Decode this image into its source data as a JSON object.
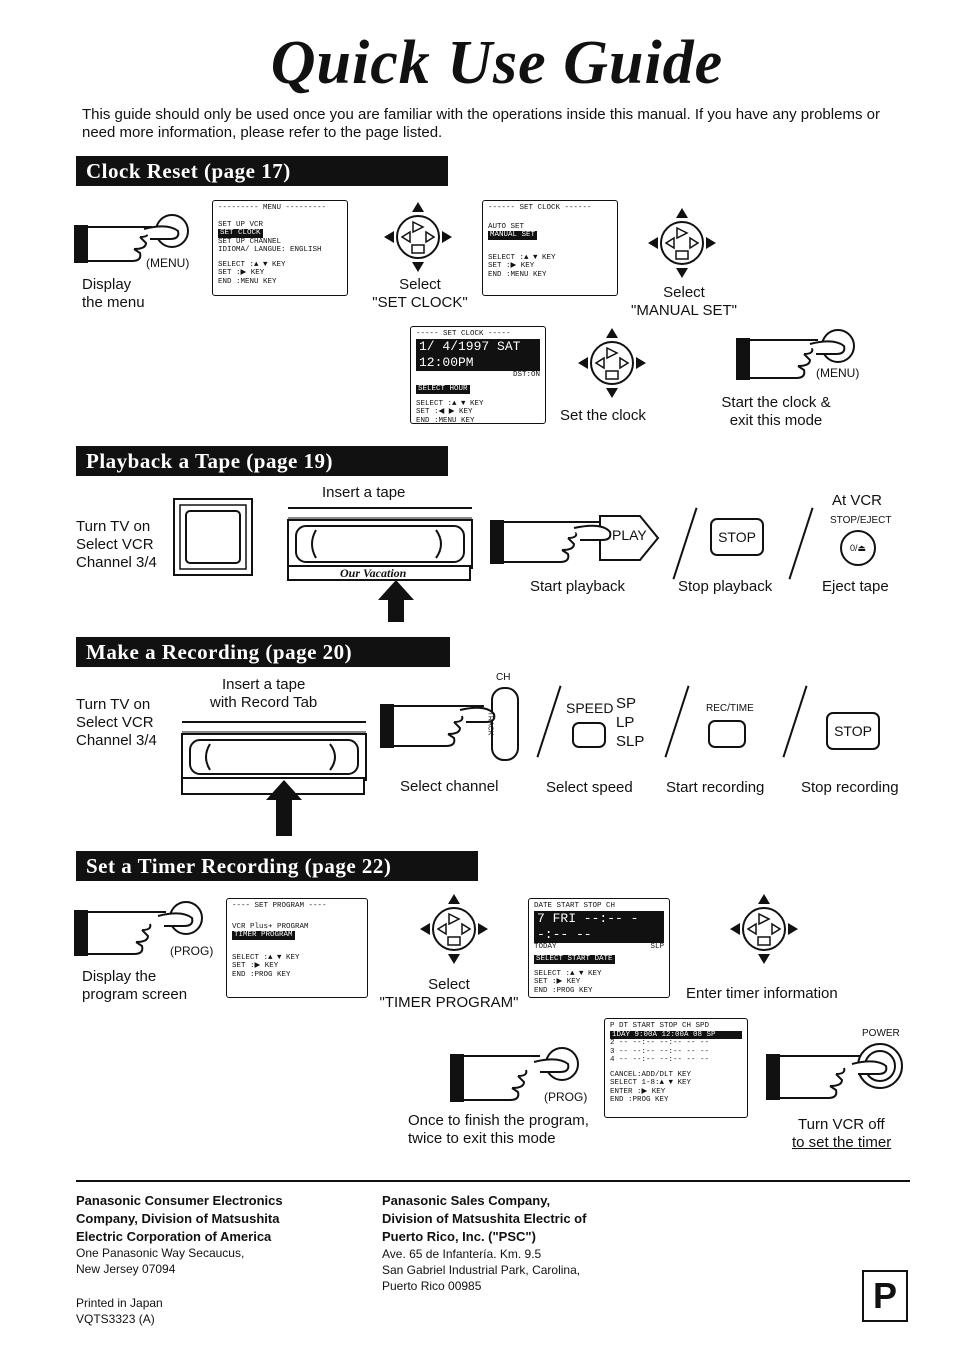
{
  "page_title": "Quick Use Guide",
  "intro": "This guide should only be used once you are familiar with the operations inside this manual. If you have any problems or need more information, please refer to the page listed.",
  "sections": {
    "clock": "Clock Reset (page 17)",
    "playback": "Playback a Tape (page 19)",
    "record": "Make a Recording (page 20)",
    "timer": "Set a Timer Recording (page 22)"
  },
  "clock": {
    "menu_key": "(MENU)",
    "step1": "Display\nthe menu",
    "screen1": {
      "title": "--------- MENU ---------",
      "lines": [
        "SET UP VCR",
        "SET CLOCK",
        "SET UP CHANNEL",
        "IDIOMA/ LANGUE: ENGLISH"
      ],
      "keys": [
        "SELECT :▲ ▼ KEY",
        "SET    :▶ KEY",
        "END    :MENU KEY"
      ]
    },
    "step2": "Select\n\"SET CLOCK\"",
    "screen2": {
      "title": "------ SET CLOCK ------",
      "lines": [
        "AUTO SET",
        "MANUAL SET"
      ],
      "keys": [
        "SELECT :▲ ▼ KEY",
        "SET    :▶ KEY",
        "END    :MENU KEY"
      ]
    },
    "step3": "Select\n\"MANUAL SET\"",
    "screen3": {
      "title": "----- SET CLOCK -----",
      "date": "1/ 4/1997 SAT 12:00PM",
      "dst": "DST:ON",
      "hl": "SELECT HOUR",
      "keys": [
        "SELECT :▲ ▼ KEY",
        "SET    :◀ ▶ KEY",
        "END    :MENU KEY"
      ]
    },
    "step4": "Set the clock",
    "menu_key2": "(MENU)",
    "step5": "Start the clock &\nexit this mode"
  },
  "playback": {
    "tv": "Turn TV on\nSelect VCR\nChannel 3/4",
    "insert": "Insert a tape",
    "tape_label": "Our Vacation",
    "play_label": "PLAY",
    "stop_label": "STOP",
    "at_vcr": "At VCR",
    "stop_eject": "STOP/EJECT",
    "eject_symbol": "0/⏏",
    "start": "Start playback",
    "stop": "Stop playback",
    "eject": "Eject tape"
  },
  "record": {
    "tv": "Turn TV on\nSelect VCR\nChannel 3/4",
    "insert": "Insert a tape\nwith Record Tab",
    "ch": "CH",
    "track": "TRACK",
    "speed": "SPEED",
    "speeds": "SP\nLP\nSLP",
    "rec_time": "REC/TIME",
    "stop_label": "STOP",
    "select_channel": "Select channel",
    "select_speed": "Select speed",
    "start": "Start recording",
    "stop": "Stop recording"
  },
  "timer": {
    "prog_key": "(PROG)",
    "step1": "Display the\nprogram screen",
    "screen1": {
      "title": "---- SET PROGRAM ----",
      "line1": "VCR Plus+ PROGRAM",
      "line2": "TIMER PROGRAM",
      "keys": [
        "SELECT :▲ ▼ KEY",
        "SET    :▶ KEY",
        "END    :PROG KEY"
      ]
    },
    "step2": "Select\n\"TIMER PROGRAM\"",
    "screen2": {
      "header": "DATE  START  STOP  CH",
      "row": "7 FRI --:-- --:-- --",
      "today": "TODAY",
      "slp": "SLP",
      "hl": "SELECT START DATE",
      "keys": [
        "SELECT :▲ ▼ KEY",
        "SET    :▶ KEY",
        "END    :PROG KEY"
      ]
    },
    "step3": "Enter timer information",
    "screen3": {
      "header": "P DT START  STOP  CH SPD",
      "row1": "1DAY  9:00A 12:00A 08  SP",
      "rows": [
        "2 -- --:-- --:-- -- --",
        "3 -- --:-- --:-- -- --",
        "4 -- --:-- --:-- -- --"
      ],
      "keys": [
        "CANCEL:ADD/DLT KEY",
        "SELECT 1-8:▲ ▼ KEY",
        "ENTER  :▶ KEY",
        "END    :PROG KEY"
      ]
    },
    "prog_key2": "(PROG)",
    "step4": "Once to finish the program,\ntwice to exit this mode",
    "power": "POWER",
    "step5a": "Turn VCR off",
    "step5b": "to set the timer"
  },
  "footer": {
    "left_bold": "Panasonic Consumer Electronics\nCompany, Division of Matsushita\nElectric Corporation of America",
    "left_addr": "One Panasonic Way Secaucus,\nNew Jersey 07094",
    "printed": "Printed in Japan\nVQTS3323  (A)",
    "right_bold": "Panasonic Sales Company,\nDivision of Matsushita Electric of\nPuerto Rico, Inc. (\"PSC\")",
    "right_addr": "Ave. 65 de Infantería. Km. 9.5\nSan Gabriel Industrial Park, Carolina,\nPuerto Rico 00985",
    "badge": "P"
  }
}
